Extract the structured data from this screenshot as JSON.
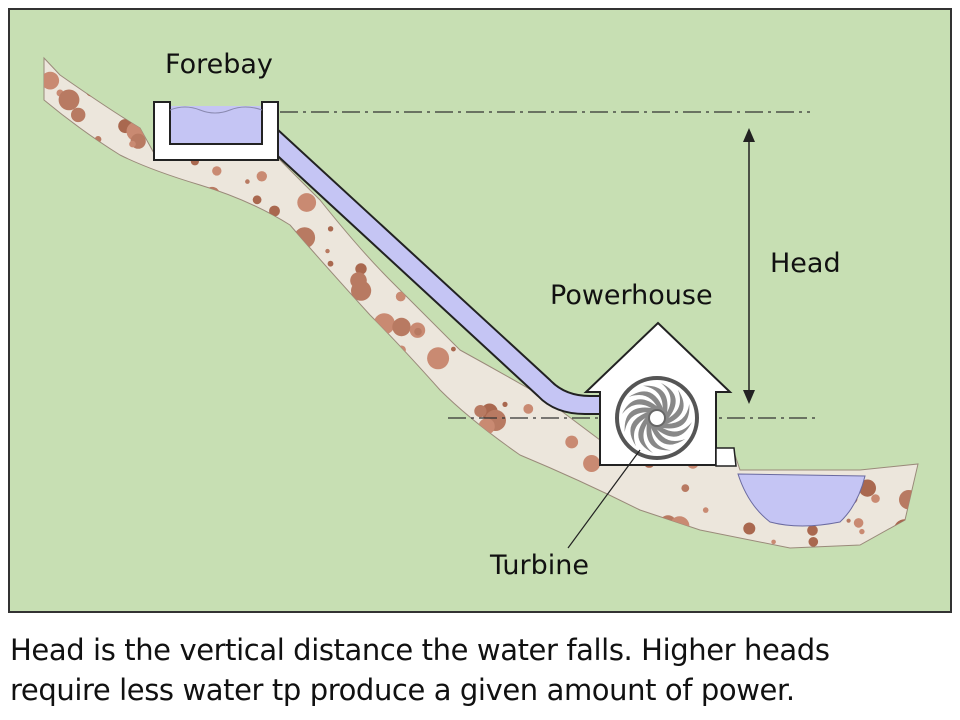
{
  "diagram": {
    "labels": {
      "forebay": "Forebay",
      "powerhouse": "Powerhouse",
      "head": "Head",
      "turbine": "Turbine"
    }
  },
  "caption": {
    "line1": "Head is the vertical distance the water falls. Higher heads",
    "line2": "require less water tp produce a given amount of power."
  },
  "colors": {
    "background": "#c7dfb3",
    "soil": "#ece6dc",
    "pebble_dark": "#a9684f",
    "pebble_light": "#c98a72",
    "water": "#c5c5f4",
    "frame": "#333333"
  }
}
